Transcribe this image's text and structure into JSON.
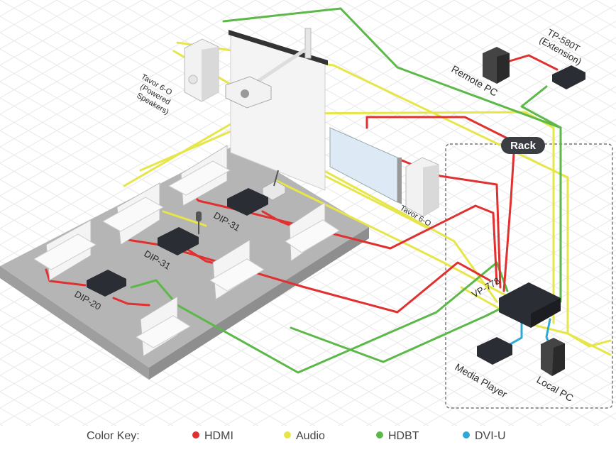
{
  "colors": {
    "hdmi": "#e03030",
    "audio": "#e6e64a",
    "hdbt": "#5cb848",
    "dvi": "#2fa8d8",
    "device": "#2a2d33",
    "room_floor": "#b7b7b7"
  },
  "labels": {
    "tavor_powered": [
      "Tavor 6-O",
      "(Powered",
      "Speakers)"
    ],
    "tp580t": [
      "TP-580T",
      "(Extension)"
    ],
    "remote_pc": "Remote PC",
    "rack": "Rack",
    "tavor": "Tavor 6-O",
    "dip31_top": "DIP-31",
    "dip31_mid": "DIP-31",
    "dip20": "DIP-20",
    "vp778": "VP-778",
    "media_player": "Media Player",
    "local_pc": "Local PC"
  },
  "key": {
    "title": "Color Key:",
    "items": [
      {
        "name": "HDMI",
        "color": "#e03030"
      },
      {
        "name": "Audio",
        "color": "#e6e64a"
      },
      {
        "name": "HDBT",
        "color": "#5cb848"
      },
      {
        "name": "DVI-U",
        "color": "#2fa8d8"
      }
    ]
  }
}
